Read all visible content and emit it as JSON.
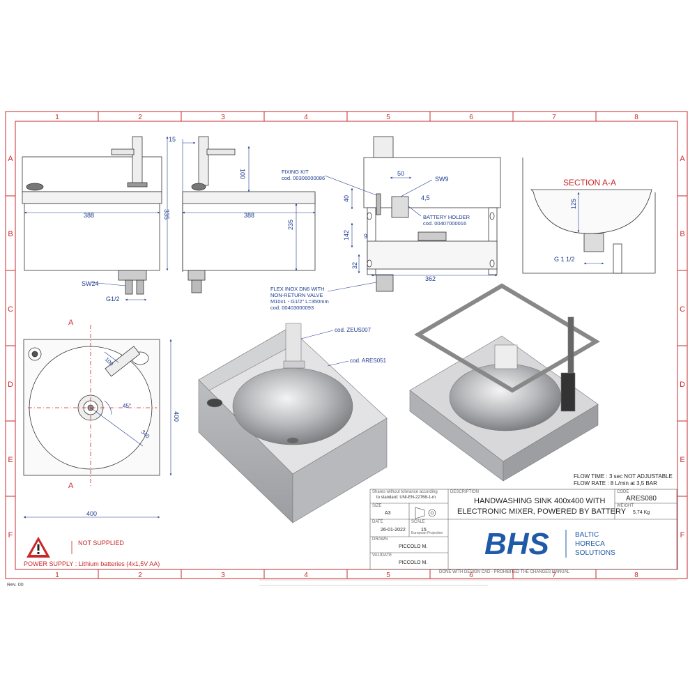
{
  "colors": {
    "frame_red": "#c8282a",
    "dimension_blue": "#1d3a8c",
    "steel_light": "#d8d8da",
    "steel_mid": "#b5b6b8",
    "steel_dark": "#8e8f92",
    "bhs_blue": "#1f5aa8"
  },
  "grid": {
    "columns": [
      "1",
      "2",
      "3",
      "4",
      "5",
      "6",
      "7",
      "8"
    ],
    "rows": [
      "A",
      "B",
      "C",
      "D",
      "E",
      "F"
    ]
  },
  "dimensions": {
    "front_width": "388",
    "front_height": "335",
    "side_depth": "388",
    "side_offset": "15",
    "side_height_100": "100",
    "side_height_235": "235",
    "sw24": "SW24",
    "g12": "G1/2",
    "rear_50": "50",
    "rear_40": "40",
    "rear_45": "4,5",
    "rear_142": "142",
    "rear_9": "9",
    "rear_32": "32",
    "rear_362": "362",
    "sw9": "SW9",
    "section_125": "125",
    "section_g112": "G 1 1/2",
    "top_100": "100",
    "top_45": "45°",
    "top_340": "340",
    "top_400_h": "400",
    "top_400_w": "400",
    "section_marker": "A"
  },
  "callouts": {
    "fixing_kit": "FIXING KIT",
    "fixing_kit_code": "cod. 00306000086",
    "battery_holder": "BATTERY HOLDER",
    "battery_holder_code": "cod. 00407000016",
    "flex_line1": "FLEX INOX DN6 WITH",
    "flex_line2": "NON-RETURN VALVE",
    "flex_line3": "M10x1 - G1/2\" L=350mm",
    "flex_line4": "cod. 00403000093",
    "section_title": "SECTION A-A",
    "cod_mixer": "cod. ZEUS007",
    "cod_sink": "cod. ARES051"
  },
  "notes": {
    "flow_time": "FLOW TIME : 3 sec NOT ADJUSTABLE",
    "flow_rate": "FLOW RATE : 8 L/min at 3,5 BAR",
    "not_supplied": "NOT SUPPLIED",
    "power_supply": "POWER SUPPLY : Lithium batteries (4x1,5V AA)"
  },
  "title_block": {
    "tolerance_line1": "Shares without tolerance according",
    "tolerance_line2": "to standard: UNI-EN-22768-1-m",
    "size_label": "SIZE",
    "size_value": "A3",
    "projection_label": "European Projection",
    "date_label": "DATE",
    "date_value": "26-01-2022",
    "scale_label": "SCALE",
    "scale_value": "15",
    "drawn_label": "DRAWN",
    "drawn_value": "PICCOLO M.",
    "validate_label": "VALIDATE",
    "validate_value": "PICCOLO M.",
    "description_label": "DESCRIPTION",
    "description_line1": "HANDWASHING SINK 400x400 WITH",
    "description_line2": "ELECTRONIC MIXER, POWERED BY BATTERY",
    "code_label": "CODE",
    "code_value": "ARES080",
    "weight_label": "WEIGHT",
    "weight_value": "5,74 Kg",
    "logo_text": "BHS",
    "logo_line1": "BALTIC",
    "logo_line2": "HORECA",
    "logo_line3": "SOLUTIONS",
    "footer": "DONE WITH DESIGN CAD - PROHIBITED THE CHANGES MANUAL"
  },
  "revision": "Rev. 00"
}
